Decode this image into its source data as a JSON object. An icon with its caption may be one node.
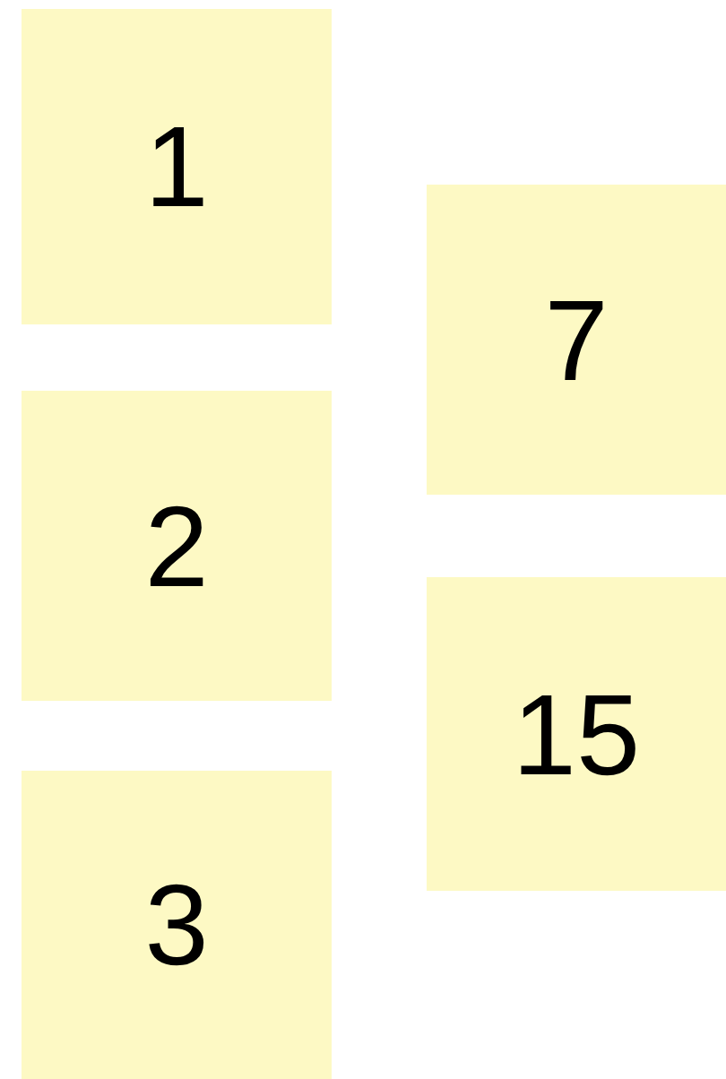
{
  "diagram": {
    "nodes": [
      {
        "text": [
          "1"
        ]
      },
      {
        "text": [
          "2"
        ]
      },
      {
        "text": [
          "3"
        ]
      },
      {
        "text": [
          "7"
        ]
      },
      {
        "text": [
          "15"
        ]
      }
    ]
  }
}
